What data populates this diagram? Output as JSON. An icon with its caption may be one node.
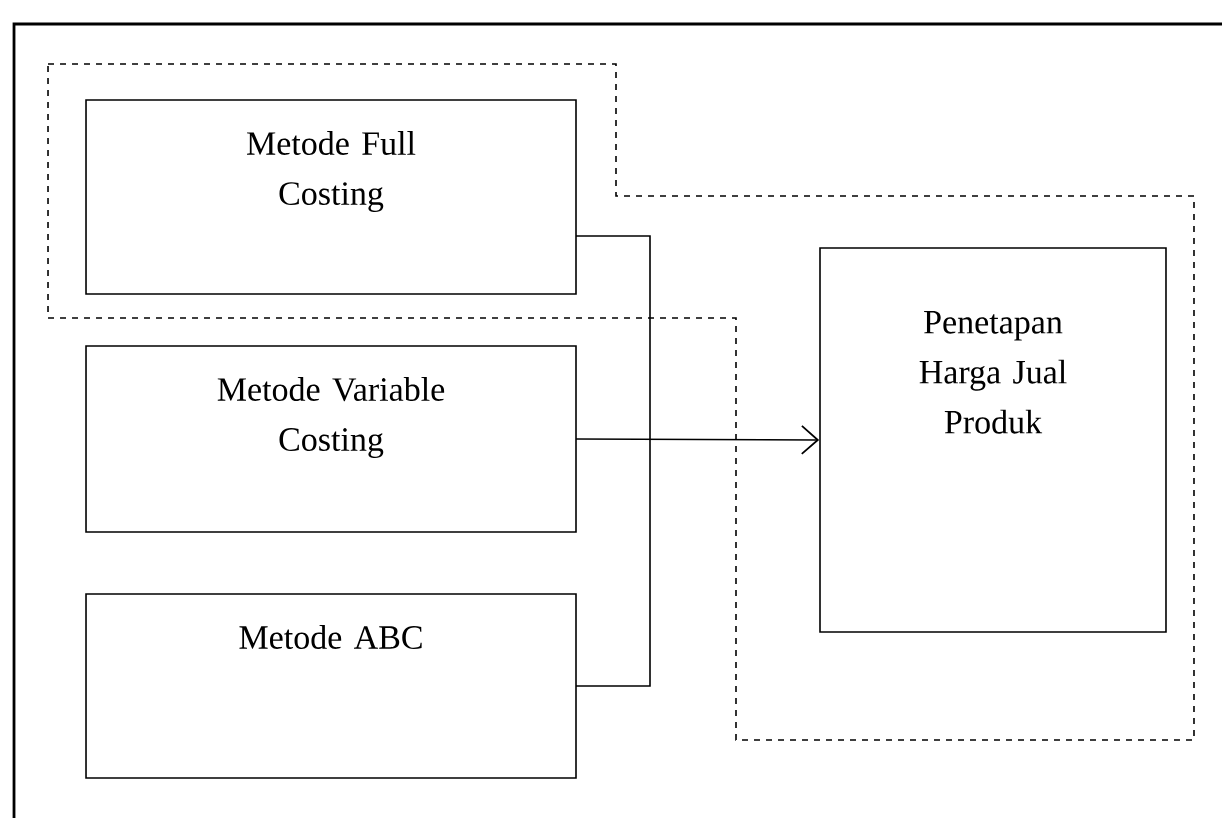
{
  "diagram": {
    "nodes": [
      {
        "text": [
          "Metode Full Costing"
        ]
      },
      {
        "text": [
          "Metode Variable Costing"
        ]
      },
      {
        "text": [
          "Metode ABC"
        ]
      },
      {
        "text": [
          "Penetapan Harga Jual Produk"
        ]
      }
    ],
    "edges": [
      {
        "from": 0,
        "to": 3,
        "arrow": "to"
      },
      {
        "from": 1,
        "to": 3,
        "arrow": "to"
      },
      {
        "from": 2,
        "to": 3,
        "arrow": "to"
      }
    ]
  }
}
